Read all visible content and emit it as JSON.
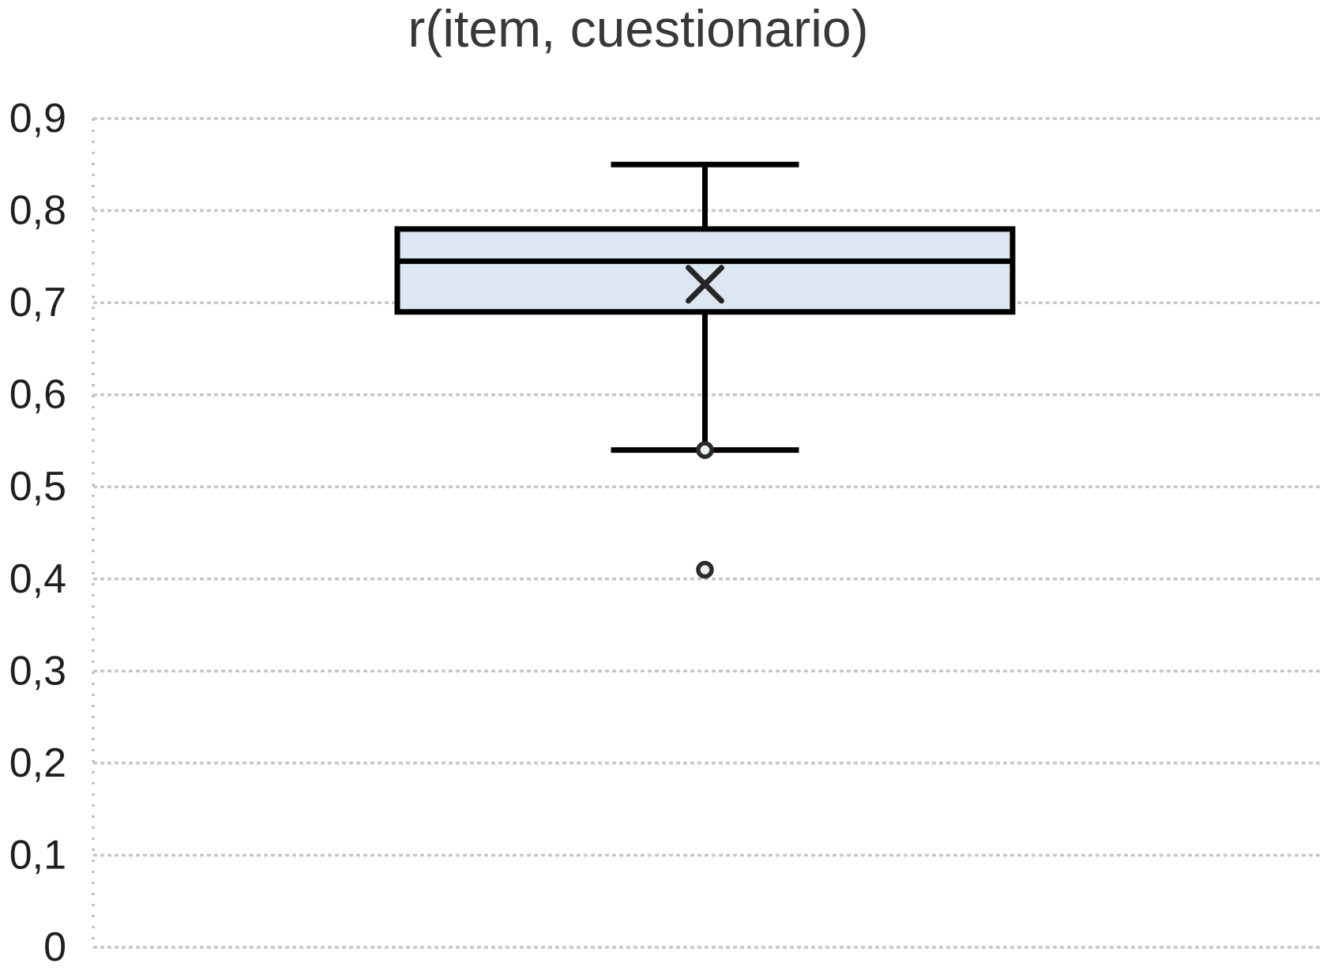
{
  "chart_data": {
    "type": "boxplot",
    "title": "r(item, cuestionario)",
    "xlabel": "",
    "ylabel": "",
    "ylim": [
      0,
      0.9
    ],
    "decimal_separator": ",",
    "grid": "horizontal-dotted",
    "legend": "none",
    "yticks": [
      {
        "value": 0.9,
        "label": "0,9"
      },
      {
        "value": 0.8,
        "label": "0,8"
      },
      {
        "value": 0.7,
        "label": "0,7"
      },
      {
        "value": 0.6,
        "label": "0,6"
      },
      {
        "value": 0.5,
        "label": "0,5"
      },
      {
        "value": 0.4,
        "label": "0,4"
      },
      {
        "value": 0.3,
        "label": "0,3"
      },
      {
        "value": 0.2,
        "label": "0,2"
      },
      {
        "value": 0.1,
        "label": "0,1"
      },
      {
        "value": 0.0,
        "label": "0"
      }
    ],
    "series": [
      {
        "name": "r(item, cuestionario)",
        "whisker_high": 0.85,
        "q3": 0.78,
        "median": 0.745,
        "mean": 0.72,
        "q1": 0.69,
        "whisker_low": 0.54,
        "outliers": [
          0.54,
          0.41
        ]
      }
    ],
    "colors": {
      "box_fill": "#DCE7F2",
      "box_stroke": "#000000",
      "whisker_stroke": "#000000",
      "mean_marker": "#262626",
      "outlier_ring": "#2B2B2B",
      "outlier_fill": "#EAF0F7",
      "gridline": "#C7C7C7",
      "axis_line": "#BDBDBD",
      "tick_text": "#1F1F1F",
      "title_text": "#383838",
      "background": "#FFFFFF"
    }
  }
}
